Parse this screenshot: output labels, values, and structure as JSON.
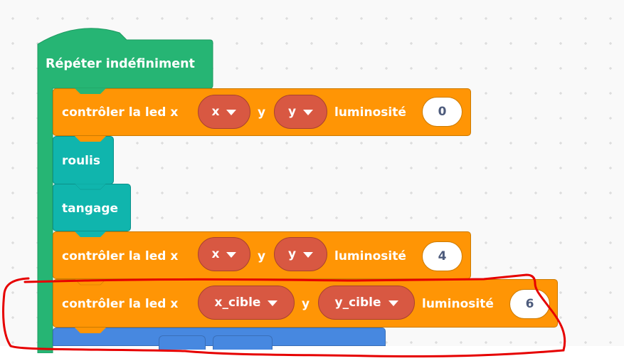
{
  "workspace": {
    "background": "#f9f9f9",
    "grid_dot_color": "#d4d4d4"
  },
  "colors": {
    "control_green": "#26b574",
    "led_orange": "#ff9505",
    "sensor_teal": "#10b5ad",
    "variable_red": "#d85842",
    "blue_block": "#4788e0",
    "annotation_red": "#e60000"
  },
  "forever_block": {
    "label": "Répéter indéfiniment"
  },
  "blocks": [
    {
      "type": "led",
      "label": "contrôler la led x",
      "x_value": "x",
      "y_label": "y",
      "y_value": "y",
      "lum_label": "luminosité",
      "lum_value": "0"
    },
    {
      "type": "sensor",
      "label": "roulis"
    },
    {
      "type": "sensor",
      "label": "tangage"
    },
    {
      "type": "led",
      "label": "contrôler la led x",
      "x_value": "x",
      "y_label": "y",
      "y_value": "y",
      "lum_label": "luminosité",
      "lum_value": "4"
    },
    {
      "type": "led",
      "label": "contrôler la led x",
      "x_value": "x_cible",
      "y_label": "y",
      "y_value": "y_cible",
      "lum_label": "luminosité",
      "lum_value": "6"
    }
  ],
  "annotation": {
    "description": "red hand-drawn circle around the third led block"
  }
}
